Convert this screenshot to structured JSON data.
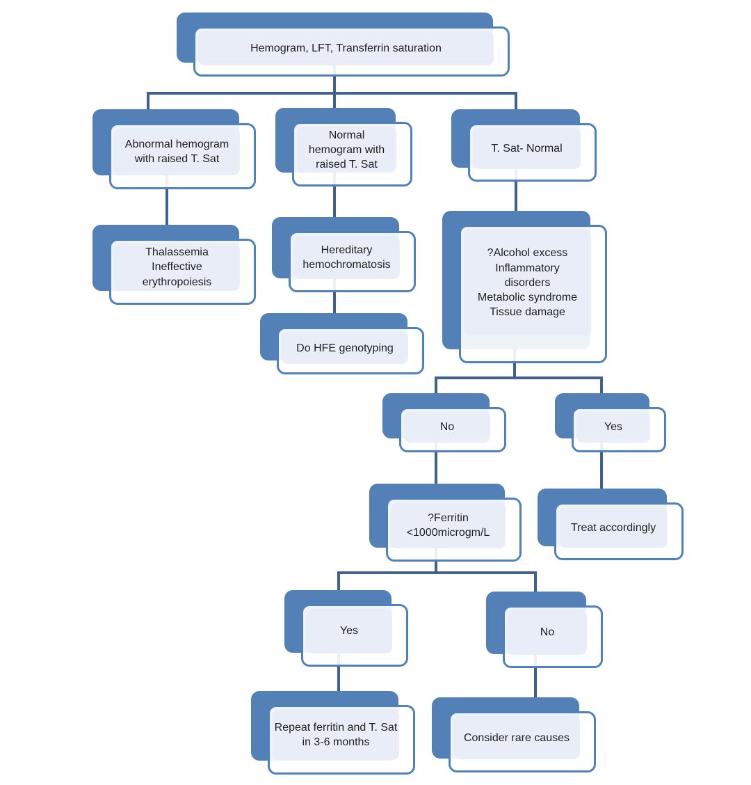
{
  "diagram": {
    "type": "flowchart",
    "topic": "Work-up of raised ferritin / transferrin saturation"
  },
  "palette": {
    "page_bg": "#ffffff",
    "shadow_blue": "#5381b7",
    "border_blue": "#4f81bd",
    "box_fill": "rgba(255,255,255,0.9)",
    "panel_fill": "rgba(231,237,246,0.92)",
    "connector": "#3e6191",
    "text_color": "#1f1f1f"
  },
  "nodes": {
    "root": {
      "label": "Hemogram, LFT, Transferrin saturation"
    },
    "abnormal_hemogram": {
      "label": "Abnormal hemogram\nwith raised T. Sat"
    },
    "normal_hemogram": {
      "label": "Normal\nhemogram with\nraised T. Sat"
    },
    "tsat_normal": {
      "label": "T. Sat- Normal"
    },
    "thalassemia": {
      "label": "Thalassemia\nIneffective\nerythropoiesis"
    },
    "hereditary": {
      "label": "Hereditary\nhemochromatosis"
    },
    "hfe": {
      "label": "Do HFE genotyping"
    },
    "alcohol_query": {
      "label": "?Alcohol excess\nInflammatory\ndisorders\nMetabolic syndrome\nTissue damage"
    },
    "no1": {
      "label": "No"
    },
    "yes1": {
      "label": "Yes"
    },
    "ferritin_query": {
      "label": "?Ferritin\n<1000microgm/L"
    },
    "treat": {
      "label": "Treat accordingly"
    },
    "yes2": {
      "label": "Yes"
    },
    "no2": {
      "label": "No"
    },
    "repeat": {
      "label": "Repeat ferritin and T. Sat\nin 3-6 months"
    },
    "consider": {
      "label": "Consider rare causes"
    }
  },
  "edges": [
    {
      "from": "root",
      "to": "abnormal_hemogram"
    },
    {
      "from": "root",
      "to": "normal_hemogram"
    },
    {
      "from": "root",
      "to": "tsat_normal"
    },
    {
      "from": "abnormal_hemogram",
      "to": "thalassemia"
    },
    {
      "from": "normal_hemogram",
      "to": "hereditary"
    },
    {
      "from": "hereditary",
      "to": "hfe"
    },
    {
      "from": "tsat_normal",
      "to": "alcohol_query"
    },
    {
      "from": "alcohol_query",
      "to": "no1"
    },
    {
      "from": "alcohol_query",
      "to": "yes1"
    },
    {
      "from": "no1",
      "to": "ferritin_query"
    },
    {
      "from": "yes1",
      "to": "treat"
    },
    {
      "from": "ferritin_query",
      "to": "yes2"
    },
    {
      "from": "ferritin_query",
      "to": "no2"
    },
    {
      "from": "yes2",
      "to": "repeat"
    },
    {
      "from": "no2",
      "to": "consider"
    }
  ]
}
